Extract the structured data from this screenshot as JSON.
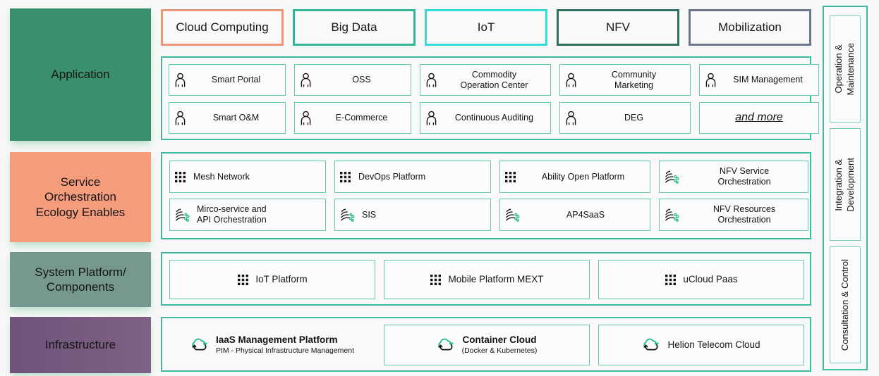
{
  "colors": {
    "application": "#3a8f6d",
    "service": "#f59c7c",
    "system": "#77988f",
    "infrastructure": "#775a80",
    "panel_border": "#3ebb9c",
    "cell_border": "#63c9b2",
    "tag_cloud_computing": "#ef9576",
    "tag_big_data": "#35b497",
    "tag_iot": "#34dbdb",
    "tag_nfv": "#2e7160",
    "tag_mobilization": "#6a7788",
    "background": "#f7f8f7"
  },
  "layers": {
    "application": {
      "label": "Application"
    },
    "service": {
      "label": "Service\nOrchestration\nEcology Enables"
    },
    "system": {
      "label": "System Platform/\nComponents"
    },
    "infrastructure": {
      "label": "Infrastructure"
    }
  },
  "tags": [
    {
      "label": "Cloud Computing",
      "color": "#ef9576"
    },
    {
      "label": "Big Data",
      "color": "#35b497"
    },
    {
      "label": "IoT",
      "color": "#34dbdb"
    },
    {
      "label": "NFV",
      "color": "#2e7160"
    },
    {
      "label": "Mobilization",
      "color": "#6a7788"
    }
  ],
  "application_items": [
    {
      "label": "Smart Portal",
      "icon": "person-icon"
    },
    {
      "label": "OSS",
      "icon": "person-icon"
    },
    {
      "label": "Commodity\nOperation Center",
      "icon": "person-icon"
    },
    {
      "label": "Community\nMarketing",
      "icon": "person-icon"
    },
    {
      "label": "SIM Management",
      "icon": "person-icon"
    },
    {
      "label": "Smart O&M",
      "icon": "person-icon"
    },
    {
      "label": "E-Commerce",
      "icon": "person-icon"
    },
    {
      "label": "Continuous Auditing",
      "icon": "person-icon"
    },
    {
      "label": "DEG",
      "icon": "person-icon"
    },
    {
      "label": "and more",
      "icon": "none",
      "style": "italic-underline"
    }
  ],
  "service_items": [
    {
      "label": "Mesh Network",
      "icon": "dots-grid-icon"
    },
    {
      "label": "DevOps Platform",
      "icon": "dots-grid-icon"
    },
    {
      "label": "Ability Open Platform",
      "icon": "dots-grid-icon"
    },
    {
      "label": "NFV Service\nOrchestration",
      "icon": "signal-arc-icon"
    },
    {
      "label": "Mirco-service and\nAPI Orchestration",
      "icon": "signal-arc-icon"
    },
    {
      "label": "SIS",
      "icon": "signal-arc-icon"
    },
    {
      "label": "AP4SaaS",
      "icon": "signal-arc-icon"
    },
    {
      "label": "NFV Resources\nOrchestration",
      "icon": "signal-arc-icon"
    }
  ],
  "system_items": [
    {
      "label": "IoT Platform",
      "icon": "dots-grid-icon"
    },
    {
      "label": "Mobile Platform MEXT",
      "icon": "dots-grid-icon"
    },
    {
      "label": "uCloud Paas",
      "icon": "dots-grid-icon"
    }
  ],
  "infrastructure_items": [
    {
      "title": "IaaS Management Platform",
      "subtitle": "PIM - Physical Infrastructure Management",
      "icon": "cloud-refresh-icon",
      "boxed": false
    },
    {
      "title": "Container Cloud",
      "subtitle": "(Docker & Kubernetes)",
      "icon": "cloud-refresh-icon",
      "boxed": true
    },
    {
      "title": "Helion Telecom Cloud",
      "subtitle": "",
      "icon": "cloud-refresh-icon",
      "boxed": true
    }
  ],
  "side_column": [
    {
      "label": "Operation &\nMaintenance"
    },
    {
      "label": "Integration &\nDevelopment"
    },
    {
      "label": "Consultation & Control"
    }
  ]
}
